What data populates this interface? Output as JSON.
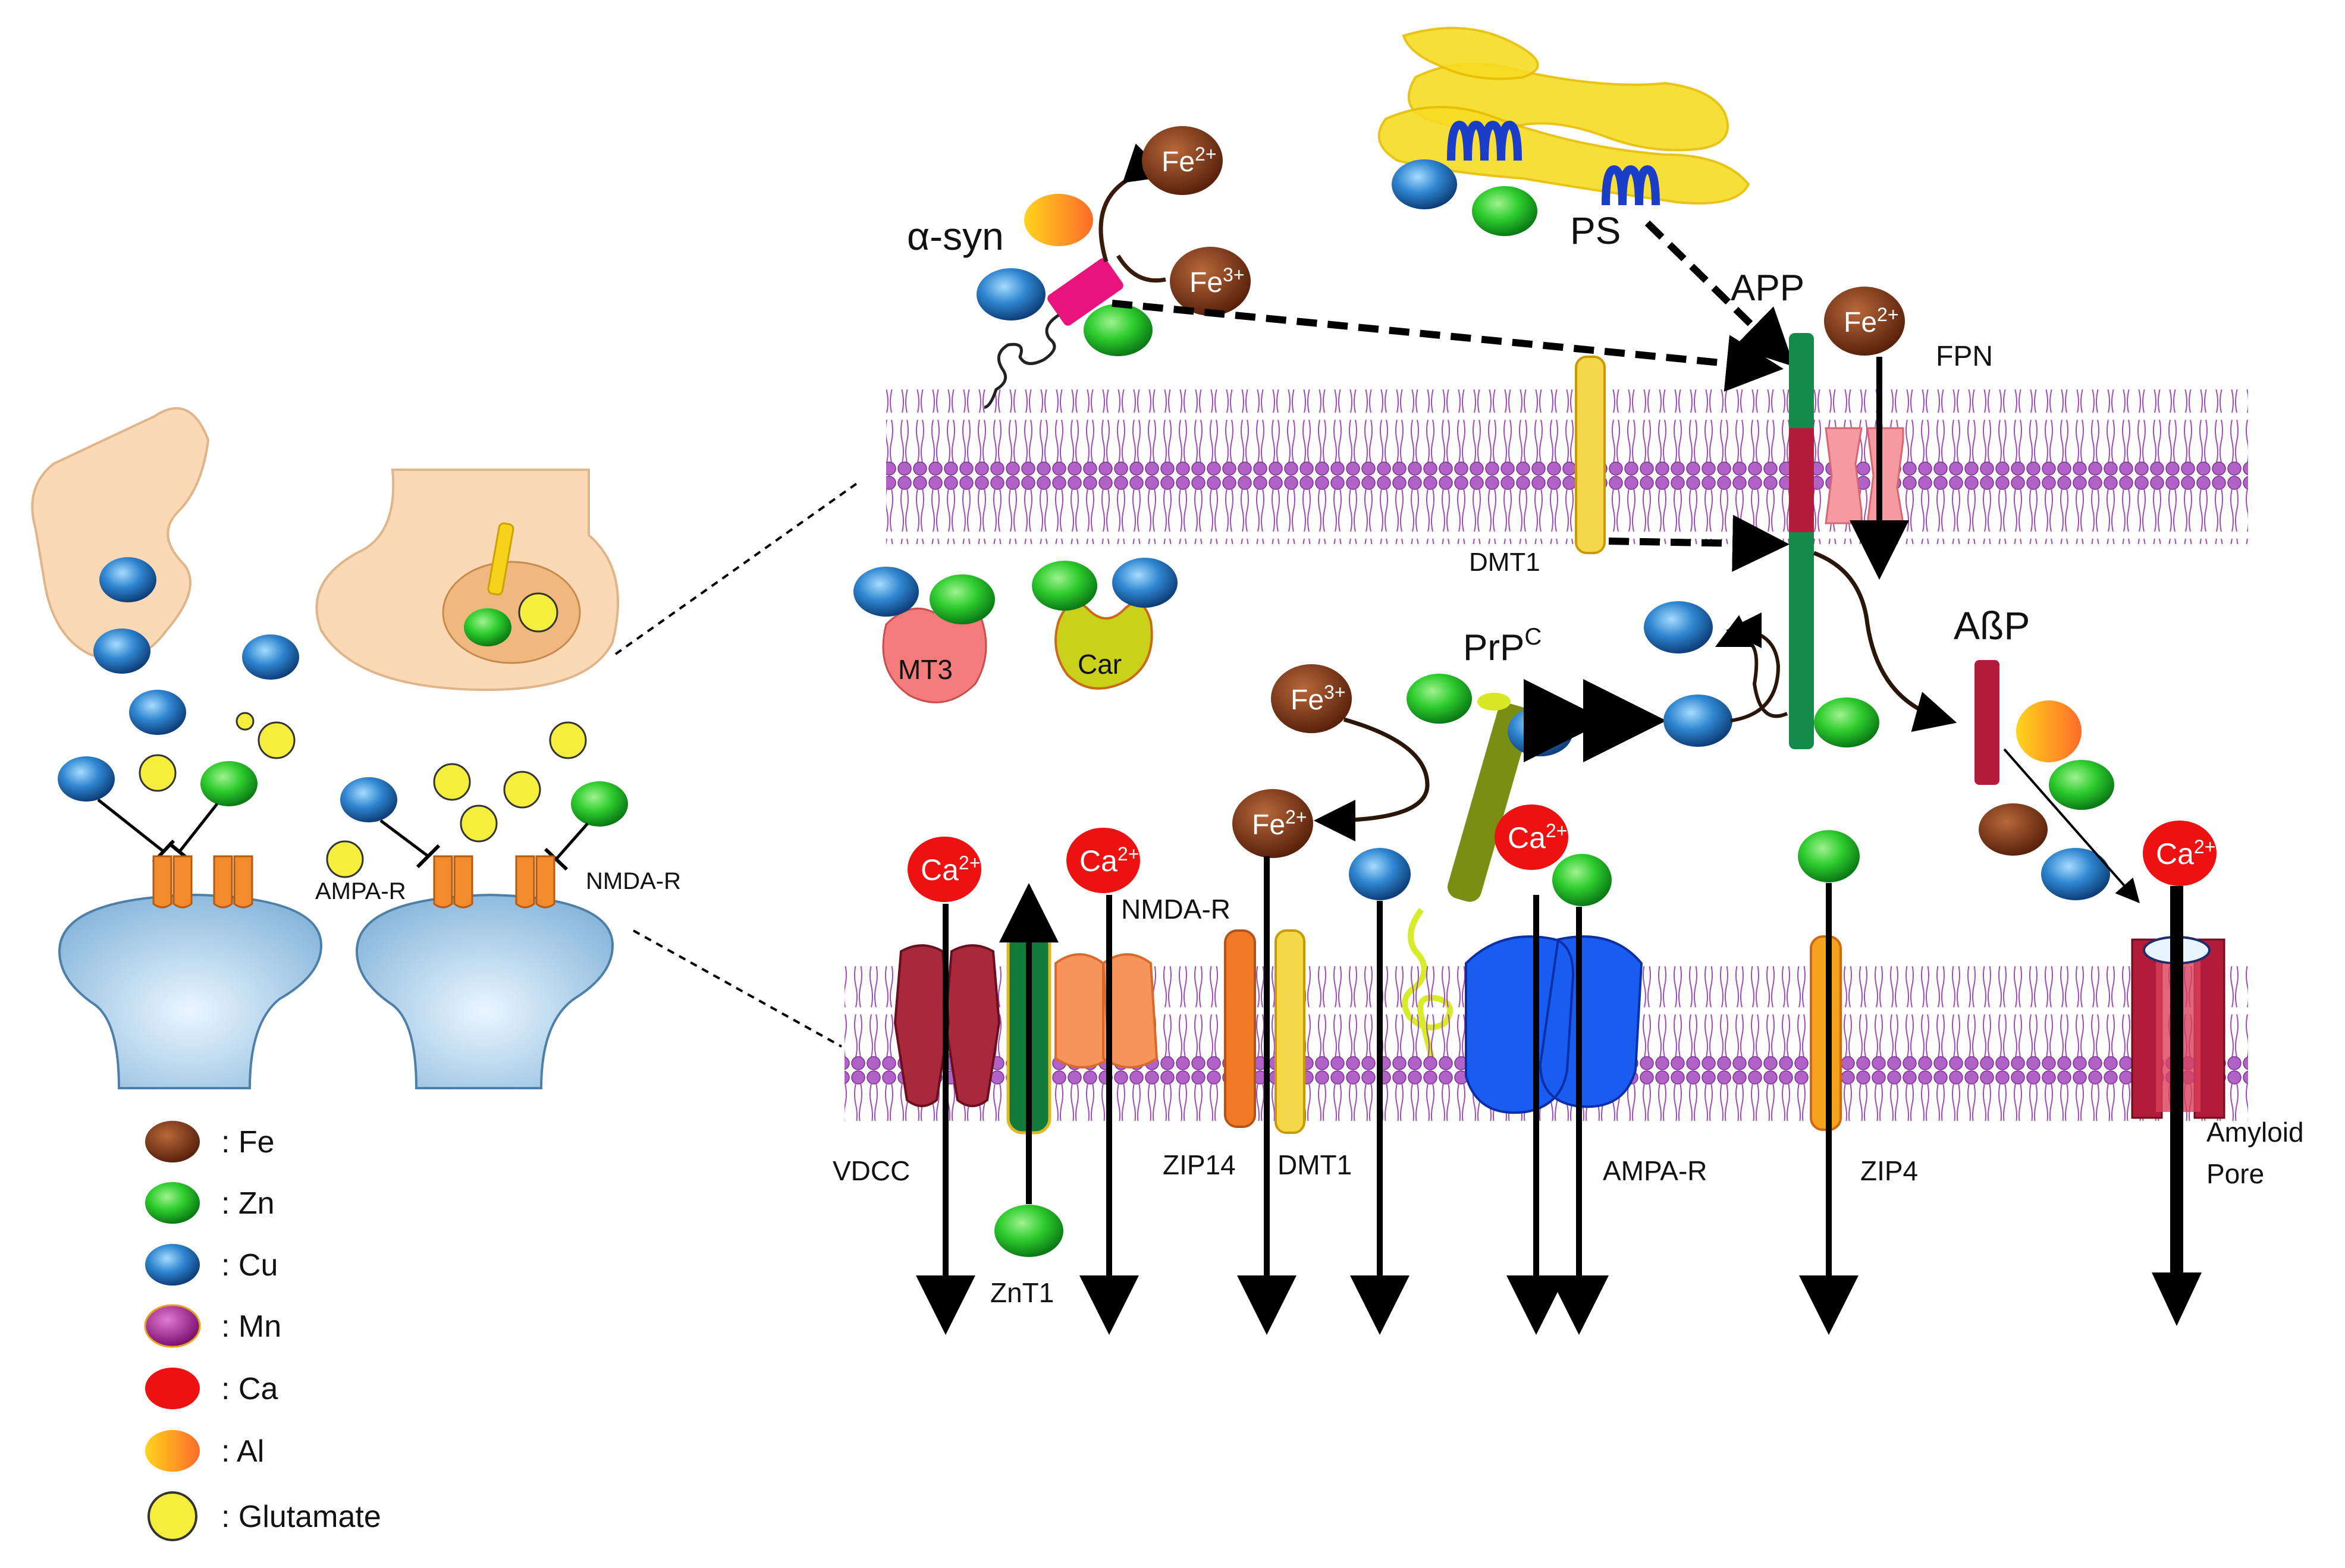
{
  "labels": {
    "alpha_syn": "α-syn",
    "ps": "PS",
    "app": "APP",
    "fpn": "FPN",
    "dmt1_top": "DMT1",
    "abp": "AßP",
    "prpc_main": "PrP",
    "prpc_sup": "C",
    "mt3": "MT3",
    "car": "Car",
    "vdcc": "VDCC",
    "znt1": "ZnT1",
    "nmdar_main": "NMDA-R",
    "zip14": "ZIP14",
    "dmt1_bottom": "DMT1",
    "ampar_main": "AMPA-R",
    "zip4": "ZIP4",
    "amyloid_pore_line1": "Amyloid",
    "amyloid_pore_line2": "Pore",
    "ampar_small": "AMPA-R",
    "nmdar_small": "NMDA-R"
  },
  "ions": {
    "fe2_main": "Fe",
    "fe2_sup": "2+",
    "fe3_main": "Fe",
    "fe3_sup": "3+",
    "ca_main": "Ca",
    "ca_sup": "2+"
  },
  "legend": [
    {
      "symbol": "fe",
      "label": ": Fe",
      "color": "#6b2e12"
    },
    {
      "symbol": "zn",
      "label": ": Zn",
      "color": "#22aa22"
    },
    {
      "symbol": "cu",
      "label": ": Cu",
      "color": "#1f6fb5"
    },
    {
      "symbol": "mn",
      "label": ": Mn",
      "color": "#9c1b8e"
    },
    {
      "symbol": "ca",
      "label": ": Ca",
      "color": "#ee1111"
    },
    {
      "symbol": "al",
      "label": ": Al",
      "color": "#f7a21b"
    },
    {
      "symbol": "glutamate",
      "label": ": Glutamate",
      "color": "#f5ee3c"
    }
  ],
  "colors": {
    "membrane": "#a052b6",
    "presynaptic": "#fcd9b6",
    "postsynaptic": "#a9cde6",
    "receptor": "#f28a2e",
    "arrow": "#000000"
  }
}
